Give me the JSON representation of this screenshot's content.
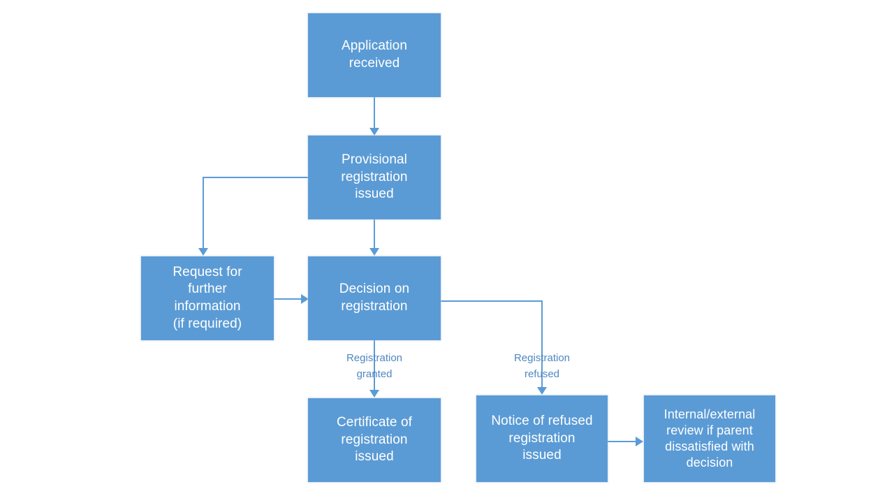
{
  "diagram": {
    "title": "Registration application process flowchart",
    "theme": {
      "node_fill": "#5B9BD5",
      "node_text": "#FFFFFF",
      "connector": "#5B9BD5",
      "edge_label_text": "#4E87C0",
      "background": "#FFFFFF"
    },
    "nodes": [
      {
        "id": "application-received",
        "label": "Application\nreceived"
      },
      {
        "id": "provisional-registration",
        "label": "Provisional\nregistration\nissued"
      },
      {
        "id": "request-further-information",
        "label": "Request for\nfurther\ninformation\n(if required)"
      },
      {
        "id": "decision-on-registration",
        "label": "Decision on\nregistration"
      },
      {
        "id": "certificate-issued",
        "label": "Certificate of\nregistration\nissued"
      },
      {
        "id": "notice-of-refused",
        "label": "Notice of refused\nregistration\nissued"
      },
      {
        "id": "internal-external-review",
        "label": "Internal/external\nreview if parent\ndissatisfied with\ndecision"
      }
    ],
    "edge_labels": [
      {
        "id": "registration-granted",
        "label": "Registration\ngranted"
      },
      {
        "id": "registration-refused",
        "label": "Registration\nrefused"
      }
    ]
  }
}
